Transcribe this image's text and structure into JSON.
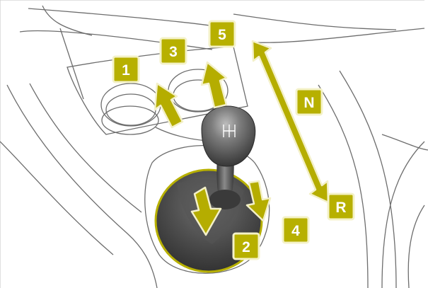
{
  "gear_labels": {
    "first": "1",
    "second": "2",
    "third": "3",
    "fourth": "4",
    "fifth": "5",
    "neutral": "N",
    "reverse": "R"
  },
  "colors": {
    "label_fill": "#b7b000",
    "label_border": "#f4f2c8",
    "label_text": "#ffffff",
    "arrow_fill": "#b5ad00",
    "arrow_stroke": "#f3f0c8",
    "line_art": "#6d6d6d",
    "knob_dark": "#4a4a4a",
    "knob_highlight": "#9a9a9a",
    "boot_dark": "#444444"
  }
}
